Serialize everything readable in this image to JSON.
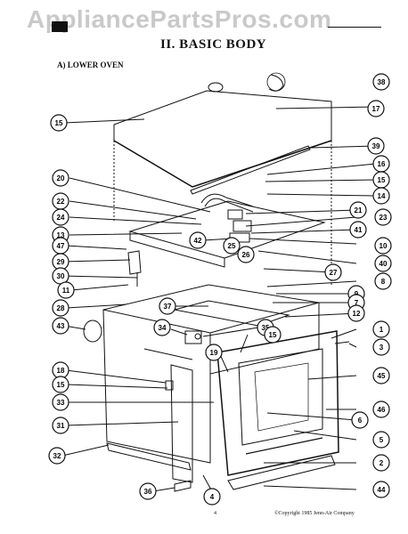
{
  "watermark": "AppliancePartsPros.com",
  "heading": "II. BASIC BODY",
  "subheading": "A) LOWER OVEN",
  "copyright": "©Copyright 1985 Jenn-Air Company",
  "page_number": "4",
  "callouts": [
    "38",
    "17",
    "15",
    "39",
    "16",
    "15",
    "14",
    "20",
    "21",
    "22",
    "23",
    "24",
    "41",
    "13",
    "42",
    "25",
    "26",
    "10",
    "47",
    "29",
    "40",
    "30",
    "27",
    "11",
    "8",
    "9",
    "28",
    "37",
    "7",
    "12",
    "43",
    "34",
    "35",
    "1",
    "15",
    "3",
    "19",
    "18",
    "45",
    "15",
    "33",
    "46",
    "6",
    "31",
    "5",
    "32",
    "2",
    "4",
    "36",
    "44"
  ]
}
